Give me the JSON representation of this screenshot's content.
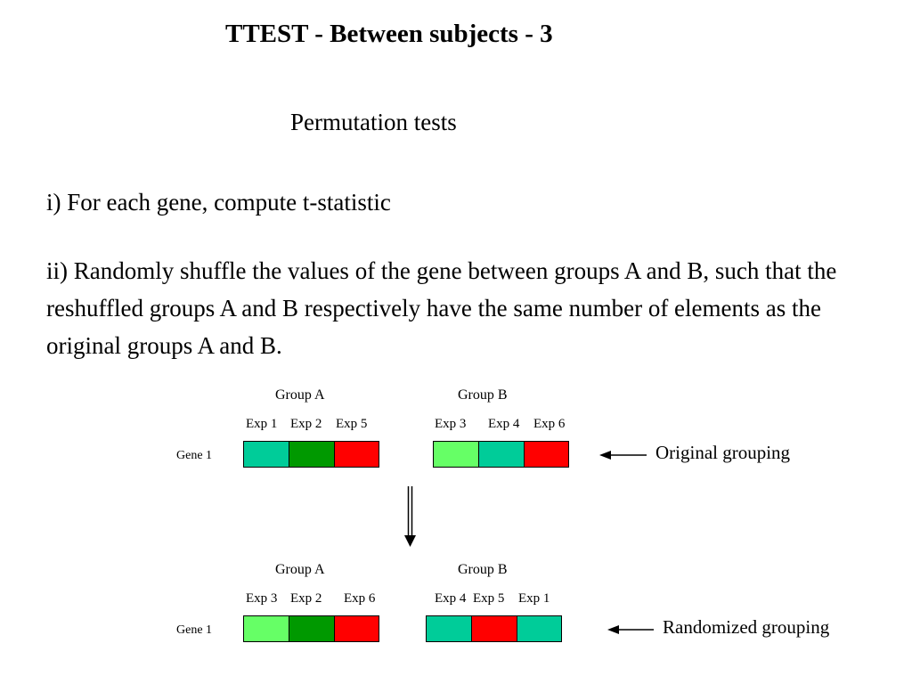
{
  "title": "TTEST - Between subjects - 3",
  "subtitle": "Permutation tests",
  "step1": "i) For each gene, compute t-statistic",
  "step2": "ii) Randomly shuffle the values of the gene between groups A and B, such that the reshuffled groups A and B respectively have the same number of elements as the original groups A and B.",
  "colors": {
    "teal": "#00CC99",
    "dark_green": "#009900",
    "red": "#FF0000",
    "light_green": "#66FF66"
  },
  "original": {
    "group_a_label": "Group A",
    "group_b_label": "Group B",
    "gene_label": "Gene 1",
    "annotation": "Original grouping",
    "group_a": [
      {
        "exp": "Exp 1",
        "color": "#00CC99"
      },
      {
        "exp": "Exp 2",
        "color": "#009900"
      },
      {
        "exp": "Exp 5",
        "color": "#FF0000"
      }
    ],
    "group_b": [
      {
        "exp": "Exp 3",
        "color": "#66FF66"
      },
      {
        "exp": "Exp 4",
        "color": "#00CC99"
      },
      {
        "exp": "Exp 6",
        "color": "#FF0000"
      }
    ]
  },
  "randomized": {
    "group_a_label": "Group A",
    "group_b_label": "Group B",
    "gene_label": "Gene 1",
    "annotation": "Randomized grouping",
    "group_a": [
      {
        "exp": "Exp 3",
        "color": "#66FF66"
      },
      {
        "exp": "Exp 2",
        "color": "#009900"
      },
      {
        "exp": "Exp 6",
        "color": "#FF0000"
      }
    ],
    "group_b": [
      {
        "exp": "Exp 4",
        "color": "#00CC99"
      },
      {
        "exp": "Exp 5",
        "color": "#FF0000"
      },
      {
        "exp": "Exp 1",
        "color": "#00CC99"
      }
    ]
  }
}
